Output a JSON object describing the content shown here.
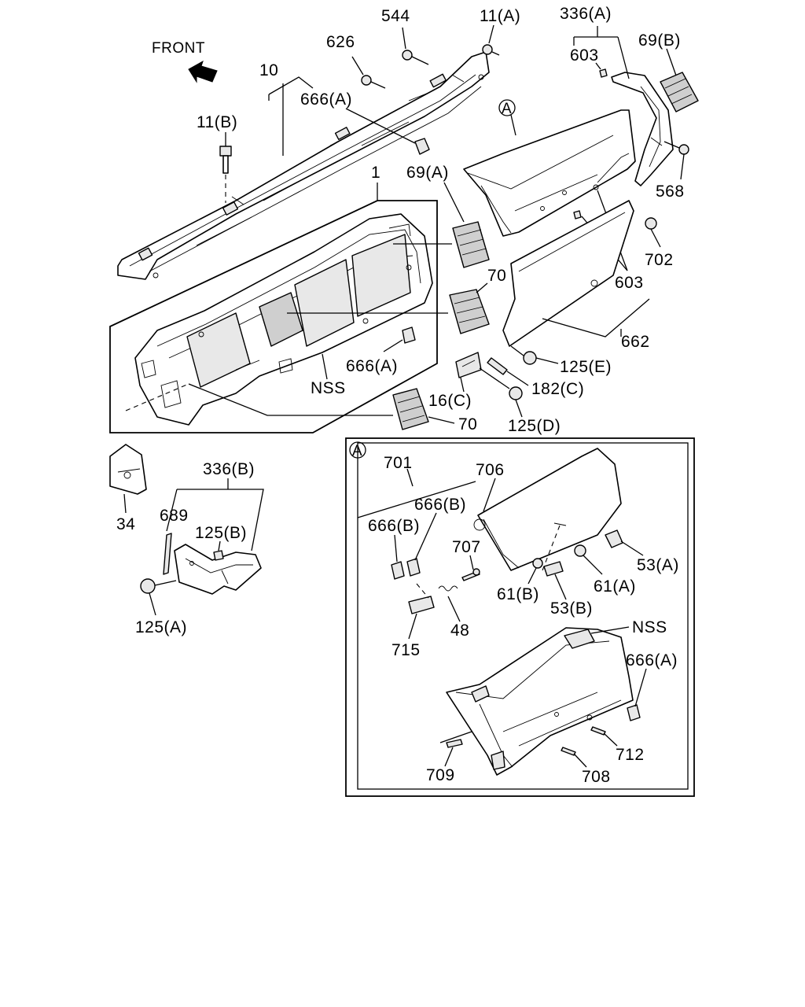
{
  "diagram": {
    "front_label": "FRONT",
    "callout_marker": "A",
    "labels": {
      "p544": "544",
      "p11a": "11(A)",
      "p336a": "336(A)",
      "p626": "626",
      "p603a": "603",
      "p69b": "69(B)",
      "p10": "10",
      "p666a_top": "666(A)",
      "p11b": "11(B)",
      "p1": "1",
      "p69a": "69(A)",
      "p568": "568",
      "p702": "702",
      "p603b": "603",
      "p70a": "70",
      "p662": "662",
      "p666a_mid": "666(A)",
      "p125e": "125(E)",
      "pnss_main": "NSS",
      "p182c": "182(C)",
      "p16c": "16(C)",
      "p70b": "70",
      "p125d": "125(D)",
      "p34": "34",
      "p336b": "336(B)",
      "p689": "689",
      "p125b": "125(B)",
      "p125a": "125(A)",
      "p701": "701",
      "p706": "706",
      "p666b_r": "666(B)",
      "p666b_l": "666(B)",
      "p707": "707",
      "p53a": "53(A)",
      "p61a": "61(A)",
      "p61b": "61(B)",
      "p53b": "53(B)",
      "p48": "48",
      "p715": "715",
      "pnss_inset": "NSS",
      "p666a_inset": "666(A)",
      "p712": "712",
      "p709": "709",
      "p708": "708"
    }
  }
}
